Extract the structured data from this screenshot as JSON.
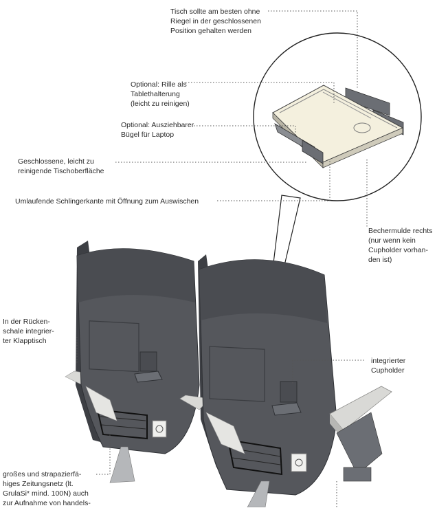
{
  "annotations": {
    "table_no_latch": "Tisch sollte am besten ohne\nRiegel in der geschlossenen\nPosition gehalten werden",
    "tablet_groove": "Optional: Rille als\nTablethalterung\n(leicht zu reinigen)",
    "laptop_bar": "Optional: Ausziehbarer\nBügel für Laptop",
    "closed_surface": "Geschlossene, leicht zu\nreinigende Tischoberfläche",
    "rim_edge": "Umlaufende Schlingerkante mit Öffnung zum Auswischen",
    "cup_recess": "Bechermulde rechts\n(nur wenn kein\nCupholder vorhan-\nden ist)",
    "integrated_table": "In der Rücken-\nschale integrier-\nter Klapptisch",
    "cupholder": "integrierter\nCupholder",
    "newspaper_net": "großes und strapazierfä-\nhiges Zeitungsnetz (lt.\nGrulaSi* mind. 100N) auch\nzur Aufnahme von handels-"
  },
  "colors": {
    "seat_shell": "#55575c",
    "seat_shell_dark": "#3d3f44",
    "table_surface": "#f4f0de",
    "armrest": "#d9d9d6",
    "leader_line": "#555555"
  }
}
